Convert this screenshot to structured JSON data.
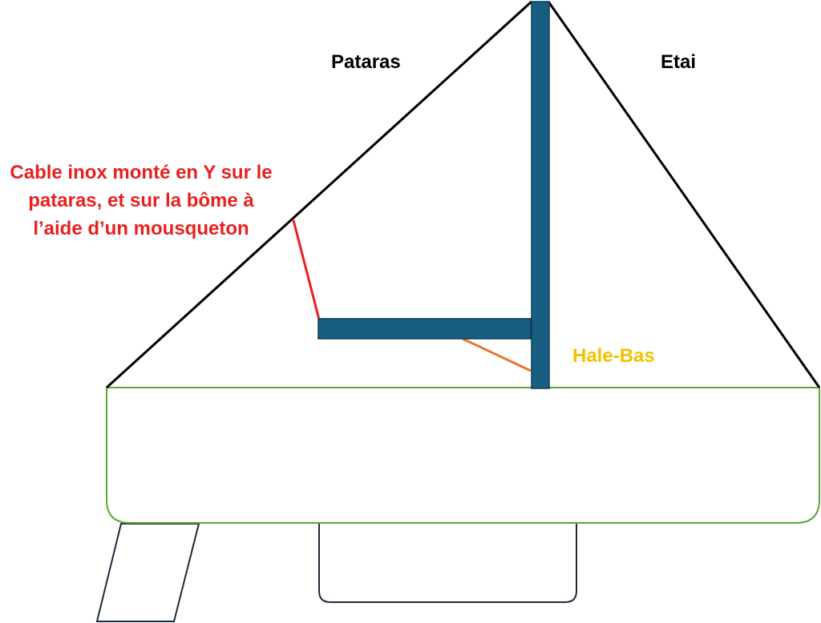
{
  "labels": {
    "pataras": "Pataras",
    "etai": "Etai",
    "hale_bas": "Hale-Bas",
    "cable_note": "Cable inox monté en Y sur le pataras, et sur la bôme à l’aide d’un mousqueton"
  },
  "colors": {
    "rigging": "#000000",
    "mast_and_boom": "#175e81",
    "mast_outline": "#0f3d55",
    "hull_outline": "#5aa832",
    "keel_outline": "#1c2b3a",
    "cable": "#e8201f",
    "hale_bas_line": "#e8762f",
    "pataras_label": "#000000",
    "etai_label": "#000000",
    "hale_bas_label": "#f2c200",
    "cable_label": "#e8201f"
  }
}
